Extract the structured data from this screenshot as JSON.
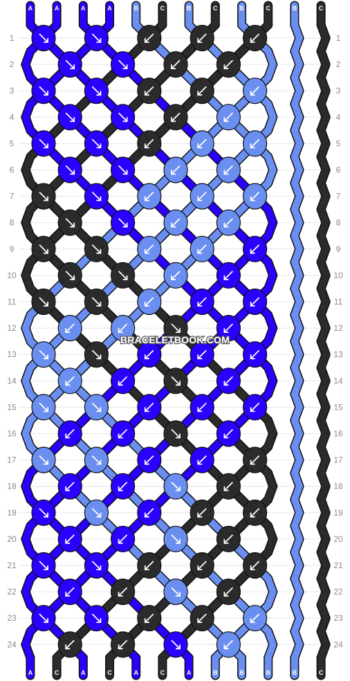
{
  "watermark": "BRACELETBOOK.COM",
  "strands": [
    "A",
    "A",
    "A",
    "A",
    "B",
    "C",
    "B",
    "C",
    "B",
    "C",
    "B",
    "C"
  ],
  "colors": {
    "A": "#2a00ff",
    "B": "#6a8ff0",
    "C": "#2b2b2b",
    "background": "#ffffff",
    "row_line": "#e6e6e6",
    "row_number": "#8a8a8a"
  },
  "row_numbers": [
    "1",
    "2",
    "3",
    "4",
    "5",
    "6",
    "7",
    "8",
    "9",
    "10",
    "11",
    "12",
    "13",
    "14",
    "15",
    "16",
    "17",
    "18",
    "19",
    "20",
    "21",
    "22",
    "23",
    "24"
  ],
  "knot_legend": {
    "R": "forward knot (arrow down-right)",
    "L": "backward knot (arrow down-left)"
  },
  "knot_rows": [
    "RRLLL",
    "RRLL",
    "RRLLL",
    "RRLL",
    "RRLLL",
    "RRLL",
    "RRLLL",
    "RRLL",
    "RRLLL",
    "RRLL",
    "RRLLL",
    "LLRL",
    "RRLLL",
    "LLRL",
    "RRLLL",
    "LLRL",
    "RRLLL",
    "LLRL",
    "RRLLL",
    "LLRL",
    "RRLLL",
    "LLRL",
    "RRLLL",
    "LLRL"
  ]
}
